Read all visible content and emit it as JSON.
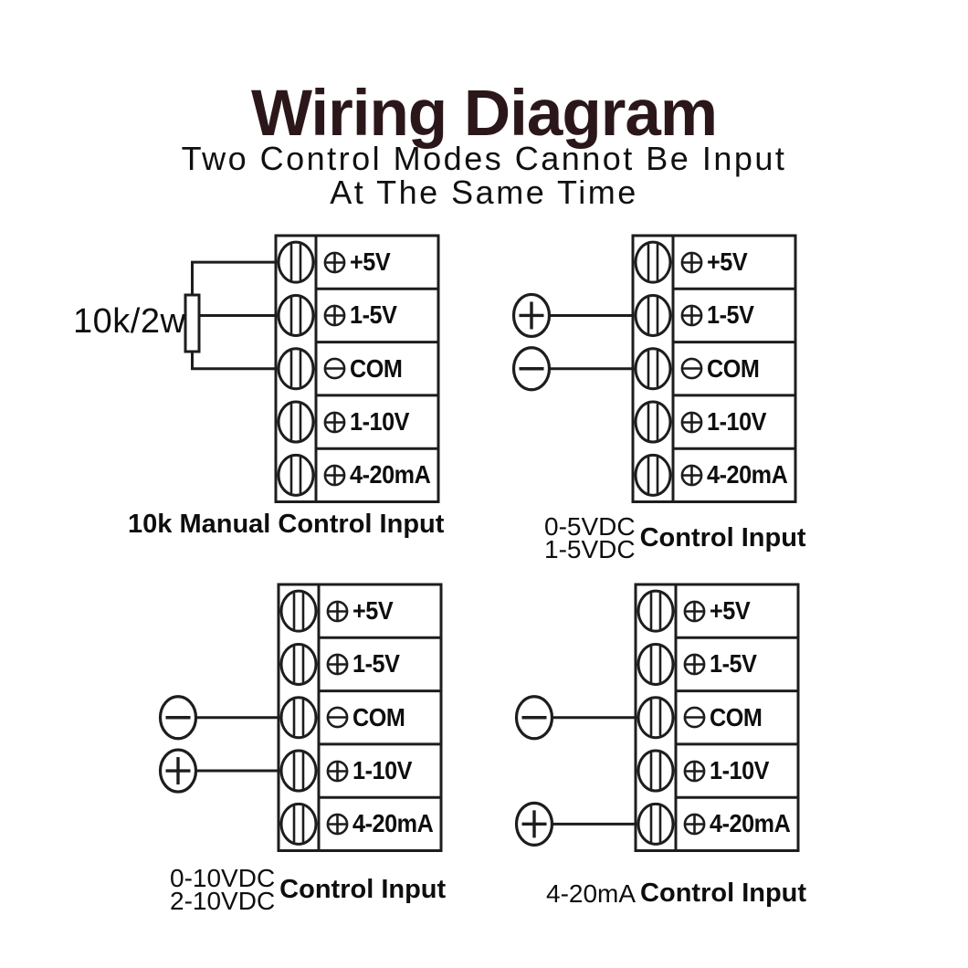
{
  "title": "Wiring Diagram",
  "subtitle": {
    "line1": "Two Control Modes Cannot Be Input",
    "line2": "At The Same Time"
  },
  "colors": {
    "background": "#ffffff",
    "diagram_line": "#1d1d1d",
    "text": "#0e0e0e",
    "title_text": "#2b171a"
  },
  "terminals": [
    {
      "symbol": "circle-plus",
      "label": "+5V"
    },
    {
      "symbol": "circle-plus",
      "label": "1-5V"
    },
    {
      "symbol": "circle-minus",
      "label": "COM"
    },
    {
      "symbol": "circle-plus",
      "label": "1-10V"
    },
    {
      "symbol": "circle-plus",
      "label": "4-20mA"
    }
  ],
  "blocks": [
    {
      "id": "manual-control",
      "caption_bold": "10k Manual Control Input",
      "caption_lines": [],
      "input": {
        "type": "potentiometer",
        "label": "10k/2w",
        "connects_to": [
          "+5V",
          "1-5V",
          "COM"
        ]
      }
    },
    {
      "id": "0-5vdc-control",
      "caption_lines": [
        "0-5VDC",
        "1-5VDC"
      ],
      "caption_bold": "Control Input",
      "input": {
        "type": "polarity",
        "positive_to": "1-5V",
        "negative_to": "COM"
      }
    },
    {
      "id": "0-10vdc-control",
      "caption_lines": [
        "0-10VDC",
        "2-10VDC"
      ],
      "caption_bold": "Control Input",
      "input": {
        "type": "polarity",
        "negative_to": "COM",
        "positive_to": "1-10V"
      }
    },
    {
      "id": "4-20ma-control",
      "caption_lines": [
        "4-20mA"
      ],
      "caption_bold": "Control Input",
      "input": {
        "type": "polarity",
        "negative_to": "COM",
        "positive_to": "4-20mA"
      }
    }
  ]
}
